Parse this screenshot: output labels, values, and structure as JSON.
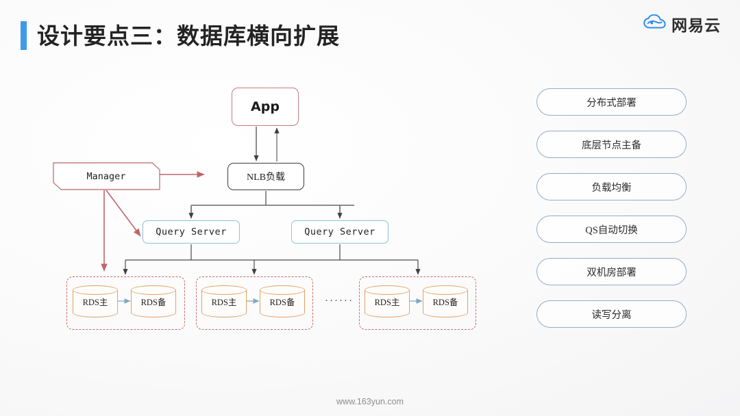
{
  "header": {
    "title": "设计要点三：数据库横向扩展",
    "accent_color": "#3d9ae8",
    "brand_name": "网易云",
    "brand_icon": "cloud-icon"
  },
  "diagram": {
    "nodes": {
      "app": "App",
      "nlb": "NLB负载",
      "manager": "Manager",
      "query_server_1": "Query Server",
      "query_server_2": "Query Server"
    },
    "rds_groups": [
      {
        "primary": "RDS主",
        "standby": "RDS备"
      },
      {
        "primary": "RDS主",
        "standby": "RDS备"
      },
      {
        "primary": "RDS主",
        "standby": "RDS备"
      }
    ],
    "ellipsis": "······",
    "colors": {
      "app_border": "#c57b80",
      "nlb_border": "#3b3b3b",
      "manager_border": "#c57b80",
      "query_server_border": "#8cc2d3",
      "rds_cylinder_border": "#e3a263",
      "rds_group_border": "#c9676b",
      "connector": "#4a4a4a",
      "manager_connector": "#c0656a",
      "replication_arrow": "#7fa7c4"
    }
  },
  "features": {
    "items": [
      {
        "label": "分布式部署"
      },
      {
        "label": "底层节点主备"
      },
      {
        "label": "负载均衡"
      },
      {
        "label": "QS自动切换"
      },
      {
        "label": "双机房部署"
      },
      {
        "label": "读写分离"
      }
    ],
    "border_color": "#93aaca"
  },
  "footer": {
    "url": "www.163yun.com"
  }
}
